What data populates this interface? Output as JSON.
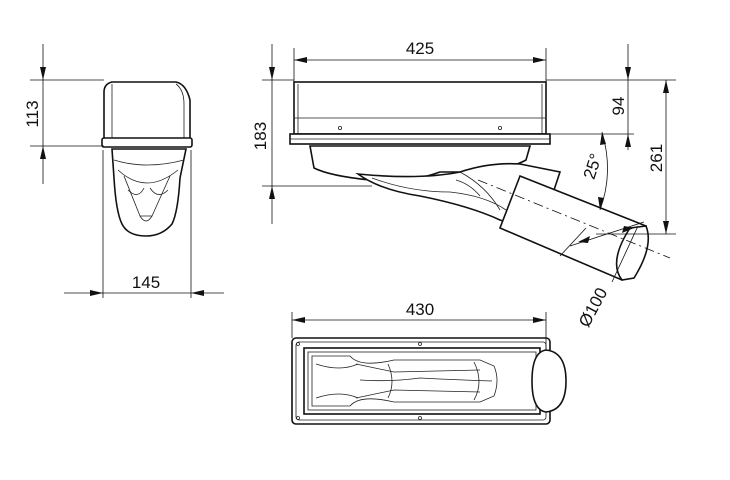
{
  "dimensions": {
    "side_height": "113",
    "side_width": "145",
    "front_top_width": "425",
    "front_total_height": "183",
    "front_right_upper": "94",
    "front_right_total": "261",
    "angle": "25°",
    "pipe_diameter": "Ø100",
    "plan_length": "430"
  }
}
